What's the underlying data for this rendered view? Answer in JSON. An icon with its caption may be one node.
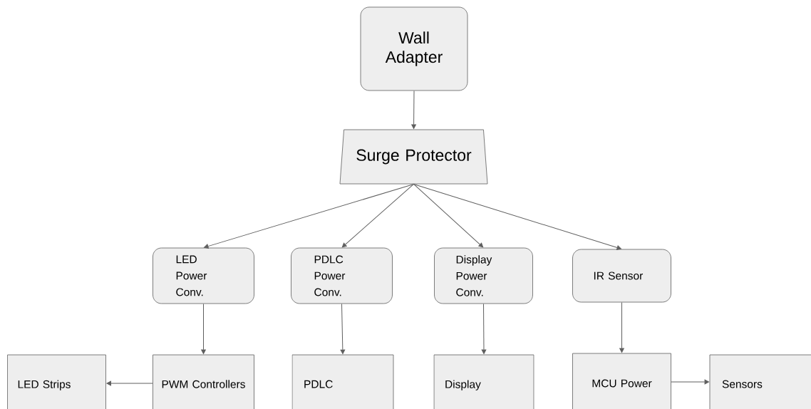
{
  "diagram": {
    "nodes": [
      {
        "text": [
          "Wall Adapter"
        ]
      },
      {
        "text": [
          "Surge Protector"
        ]
      },
      {
        "text": [
          "LED Power Conv."
        ]
      },
      {
        "text": [
          "PDLC Power Conv."
        ]
      },
      {
        "text": [
          "Display Power Conv."
        ]
      },
      {
        "text": [
          "IR Sensor"
        ]
      },
      {
        "text": [
          "LED Strips"
        ]
      },
      {
        "text": [
          "PWM Controllers"
        ]
      },
      {
        "text": [
          "PDLC"
        ]
      },
      {
        "text": [
          "Display"
        ]
      },
      {
        "text": [
          "MCU Power"
        ]
      },
      {
        "text": [
          "Sensors"
        ]
      }
    ],
    "edges": [
      {
        "from": 0,
        "to": 1,
        "arrow": "to"
      },
      {
        "from": 1,
        "to": 2,
        "arrow": "to"
      },
      {
        "from": 1,
        "to": 3,
        "arrow": "to"
      },
      {
        "from": 1,
        "to": 4,
        "arrow": "to"
      },
      {
        "from": 1,
        "to": 5,
        "arrow": "to"
      },
      {
        "from": 2,
        "to": 7,
        "arrow": "to"
      },
      {
        "from": 3,
        "to": 8,
        "arrow": "to"
      },
      {
        "from": 4,
        "to": 9,
        "arrow": "to"
      },
      {
        "from": 5,
        "to": 10,
        "arrow": "to"
      },
      {
        "from": 7,
        "to": 6,
        "arrow": "to"
      },
      {
        "from": 10,
        "to": 11,
        "arrow": "to"
      }
    ]
  }
}
